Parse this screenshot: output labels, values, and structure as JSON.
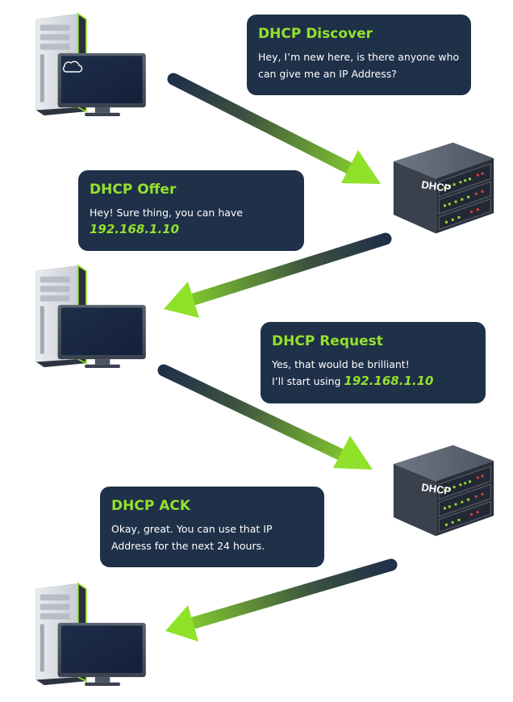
{
  "steps": [
    {
      "title": "DHCP Discover",
      "lines": [
        "Hey, I’m new here, is there anyone who can give me an IP Address?"
      ]
    },
    {
      "title": "DHCP Offer",
      "lines": [
        "Hey! Sure thing, you can have"
      ],
      "ip": "192.168.1.10"
    },
    {
      "title": "DHCP Request",
      "lines": [
        "Yes, that would be brilliant!",
        "I’ll start using"
      ],
      "ip": "192.168.1.10"
    },
    {
      "title": "DHCP ACK",
      "lines": [
        "Okay, great. You can use that IP Address for the next 24 hours."
      ]
    }
  ],
  "server_label": "DHCP",
  "colors": {
    "panel": "#1f3049",
    "accent": "#93e12c",
    "arrow_dark": "#1f3049"
  },
  "icons": [
    "desktop-computer-icon",
    "dhcp-server-icon",
    "network-cloud-icon"
  ]
}
